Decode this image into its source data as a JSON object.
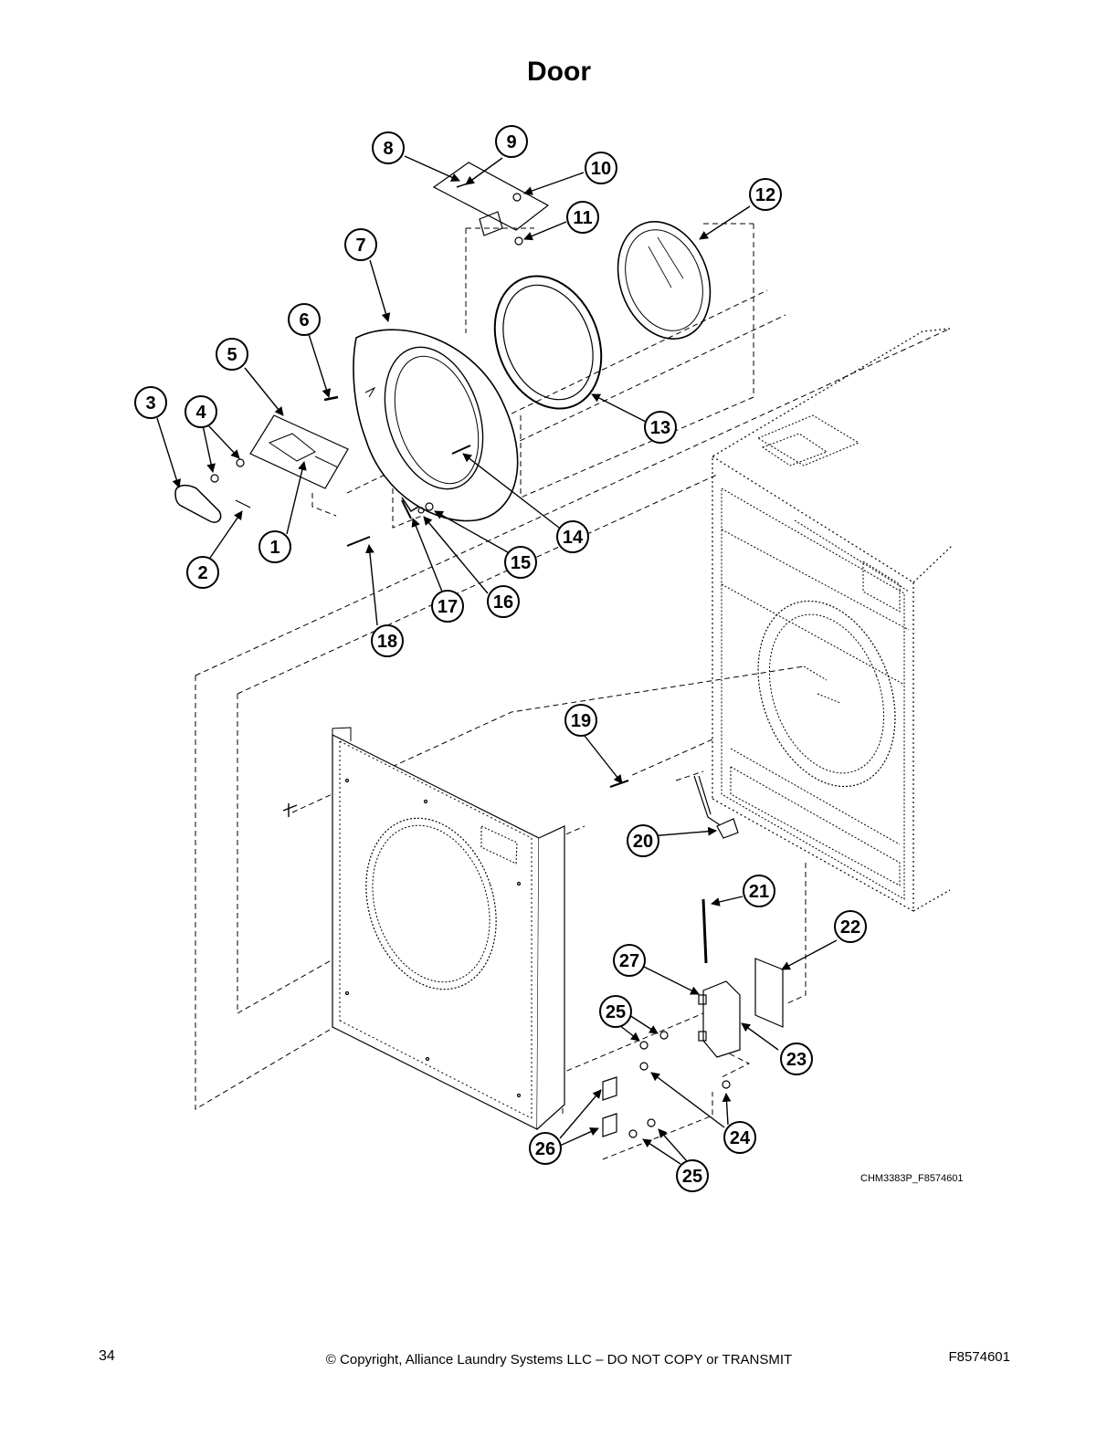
{
  "page": {
    "title": "Door",
    "figure_code": "CHM3383P_F8574601",
    "page_number": "34",
    "copyright": "© Copyright, Alliance Laundry Systems LLC – DO NOT COPY or TRANSMIT",
    "doc_id": "F8574601"
  },
  "callouts": [
    "1",
    "2",
    "3",
    "4",
    "5",
    "6",
    "7",
    "8",
    "9",
    "10",
    "11",
    "12",
    "13",
    "14",
    "15",
    "16",
    "17",
    "18",
    "19",
    "20",
    "21",
    "22",
    "23",
    "24",
    "25",
    "26",
    "27"
  ]
}
